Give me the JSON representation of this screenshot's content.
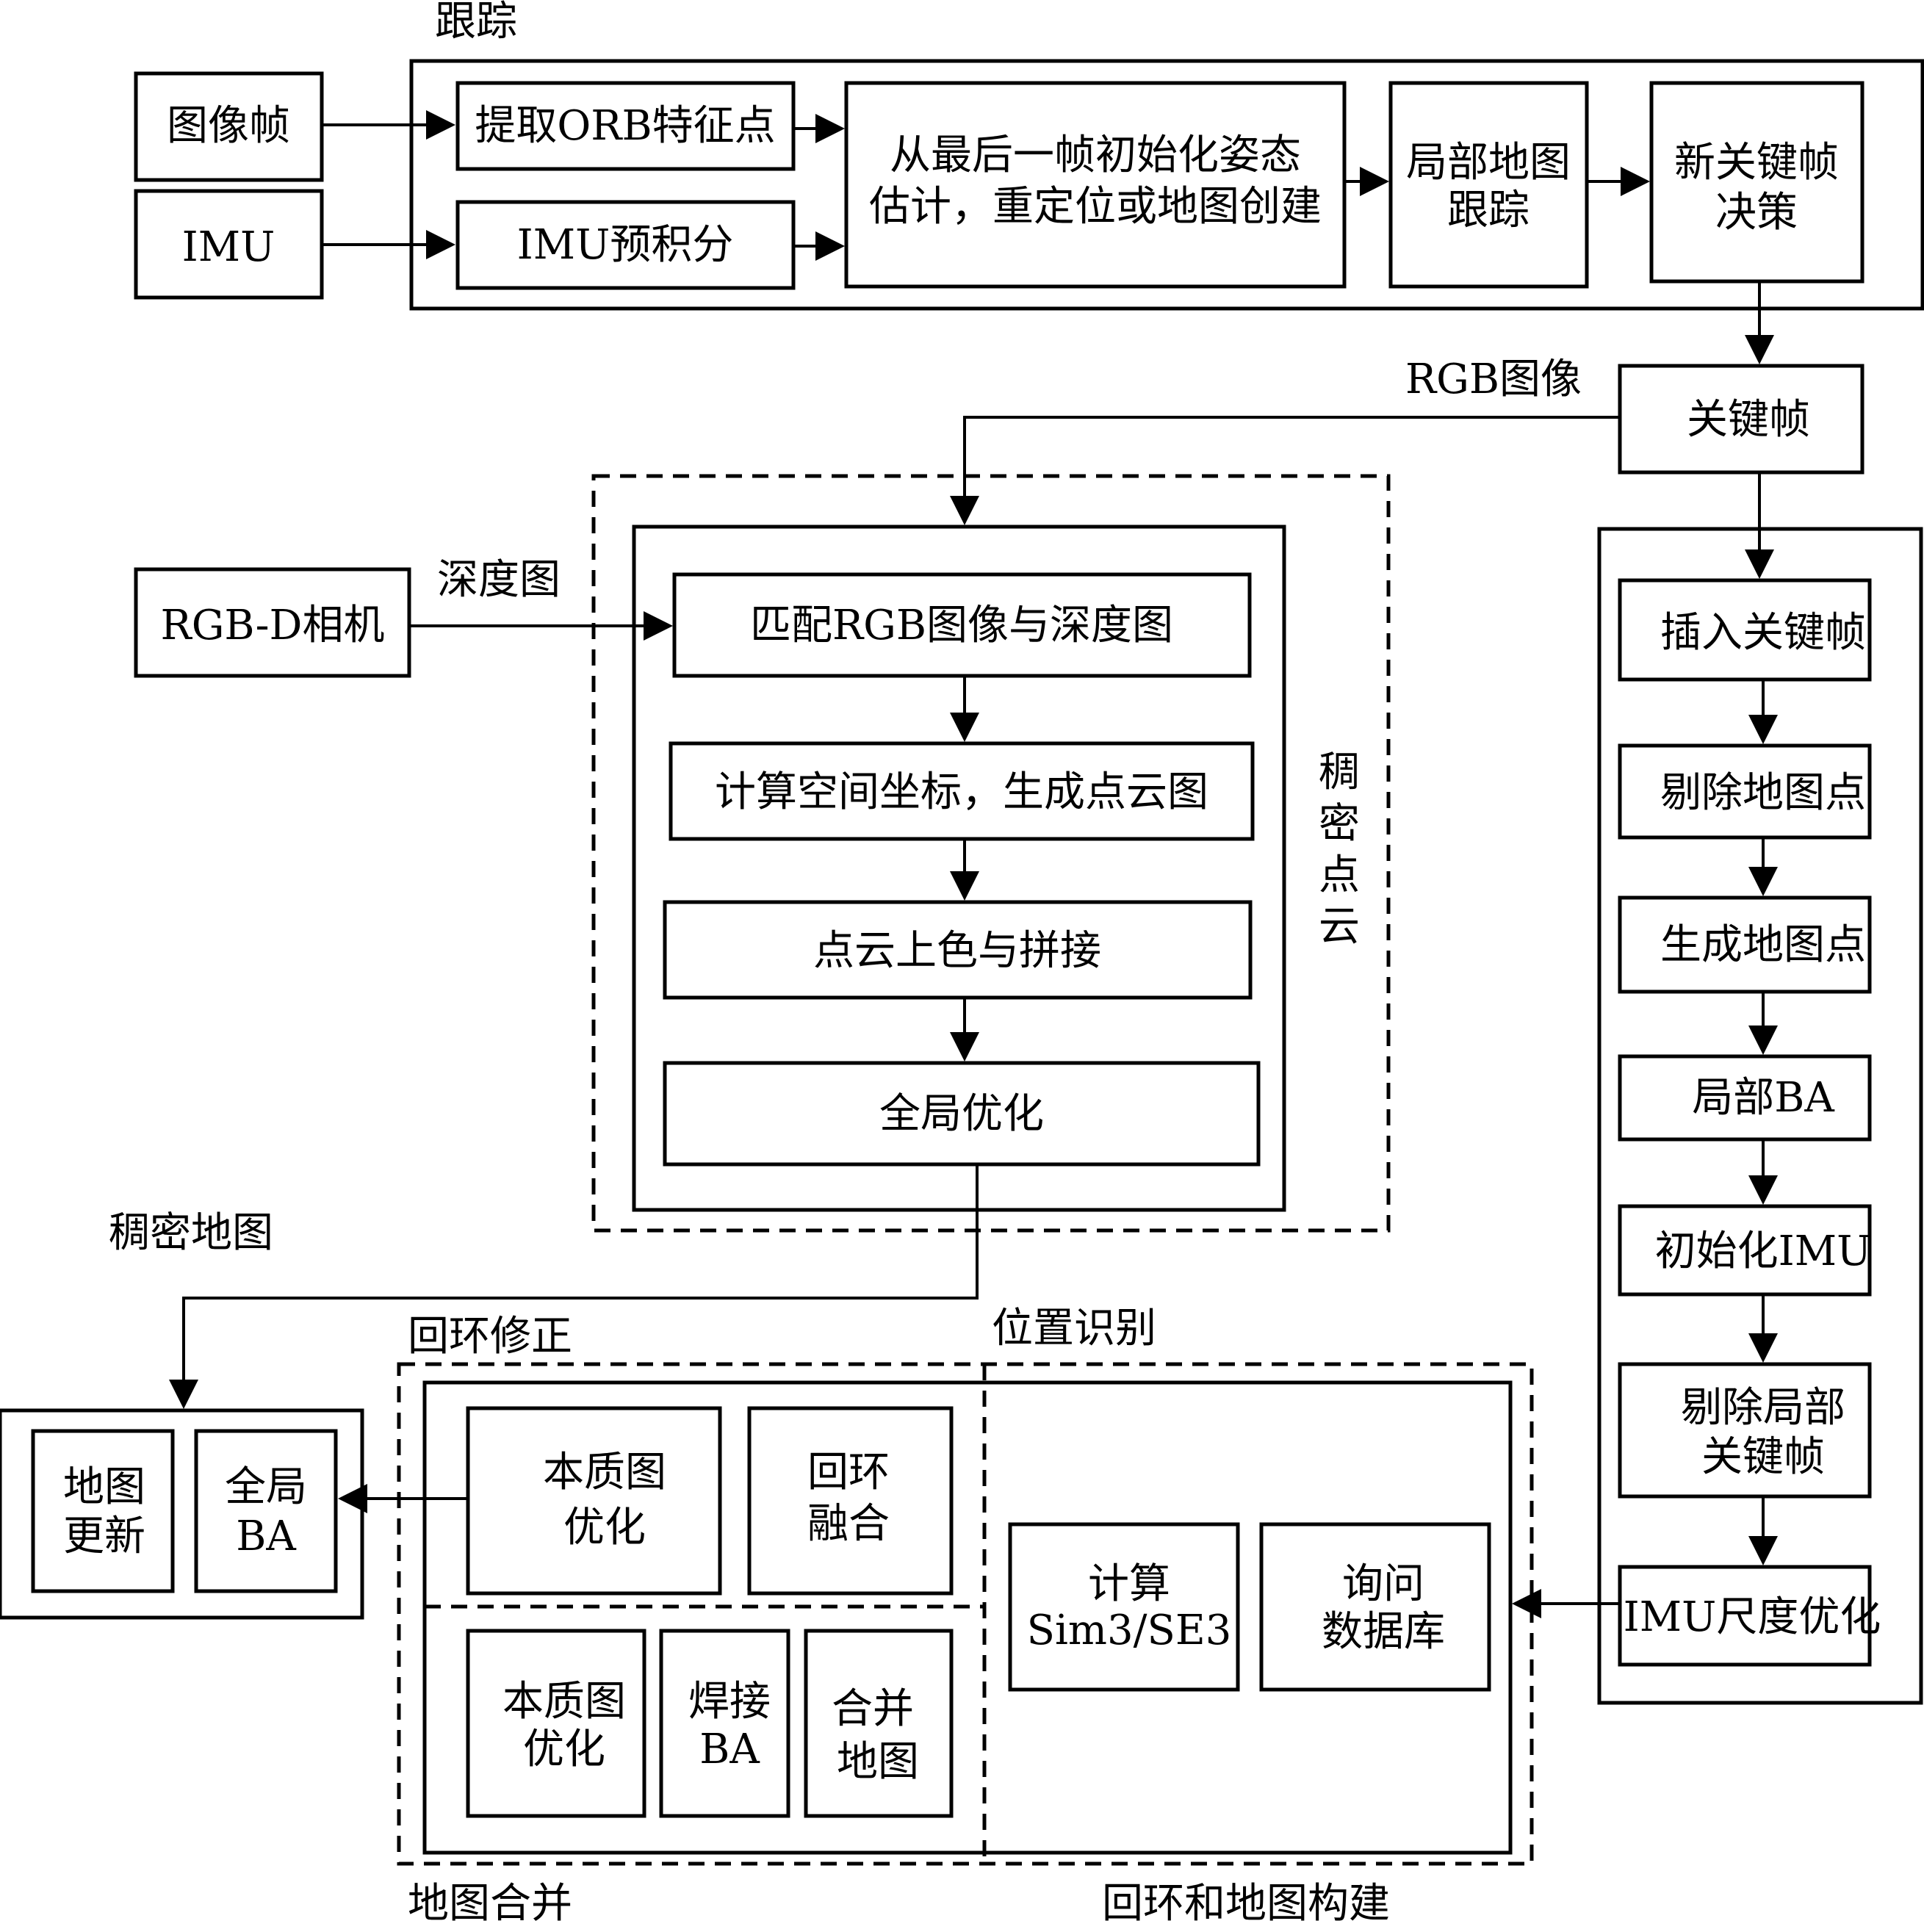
{
  "sections": {
    "tracking": "跟踪",
    "rgb_image": "RGB图像",
    "depth_map": "深度图",
    "dense_point_cloud": [
      "稠",
      "密",
      "点",
      "云"
    ],
    "dense_map": "稠密地图",
    "loop_correction": "回环修正",
    "place_recognition": "位置识别",
    "map_merge": "地图合并",
    "loop_and_map_building": "回环和地图构建"
  },
  "inputs": {
    "image_frame": "图像帧",
    "imu": "IMU",
    "rgbd_camera": "RGB-D相机"
  },
  "tracking": {
    "extract_orb": "提取ORB特征点",
    "imu_preint": "IMU预积分",
    "pose_init": [
      "从最后一帧初始化姿态",
      "估计，重定位或地图创建"
    ],
    "local_map_tracking": [
      "局部地图",
      "跟踪"
    ],
    "new_keyframe_decision": [
      "新关键帧",
      "决策"
    ]
  },
  "keyframe": "关键帧",
  "dense": {
    "match_rgb_depth": "匹配RGB图像与深度图",
    "compute_coords": "计算空间坐标，生成点云图",
    "color_stitch": "点云上色与拼接",
    "global_opt": "全局优化"
  },
  "local_mapping": {
    "insert_keyframe": "插入关键帧",
    "cull_points": "剔除地图点",
    "create_points": "生成地图点",
    "local_ba": "局部BA",
    "init_imu": "初始化IMU",
    "cull_keyframes": [
      "剔除局部",
      "关键帧"
    ],
    "imu_scale_opt": "IMU尺度优化"
  },
  "map_update": {
    "map_update": [
      "地图",
      "更新"
    ],
    "global_ba": [
      "全局",
      "BA"
    ]
  },
  "loop": {
    "essential_graph_opt": [
      "本质图",
      "优化"
    ],
    "loop_fusion": [
      "回环",
      "融合"
    ],
    "essential_graph_opt_2": [
      "本质图",
      "优化"
    ],
    "weld_ba": [
      "焊接",
      "BA"
    ],
    "merge_maps": [
      "合并",
      "地图"
    ],
    "compute_sim3": [
      "计算",
      "Sim3/SE3"
    ],
    "query_db": [
      "询问",
      "数据库"
    ]
  }
}
